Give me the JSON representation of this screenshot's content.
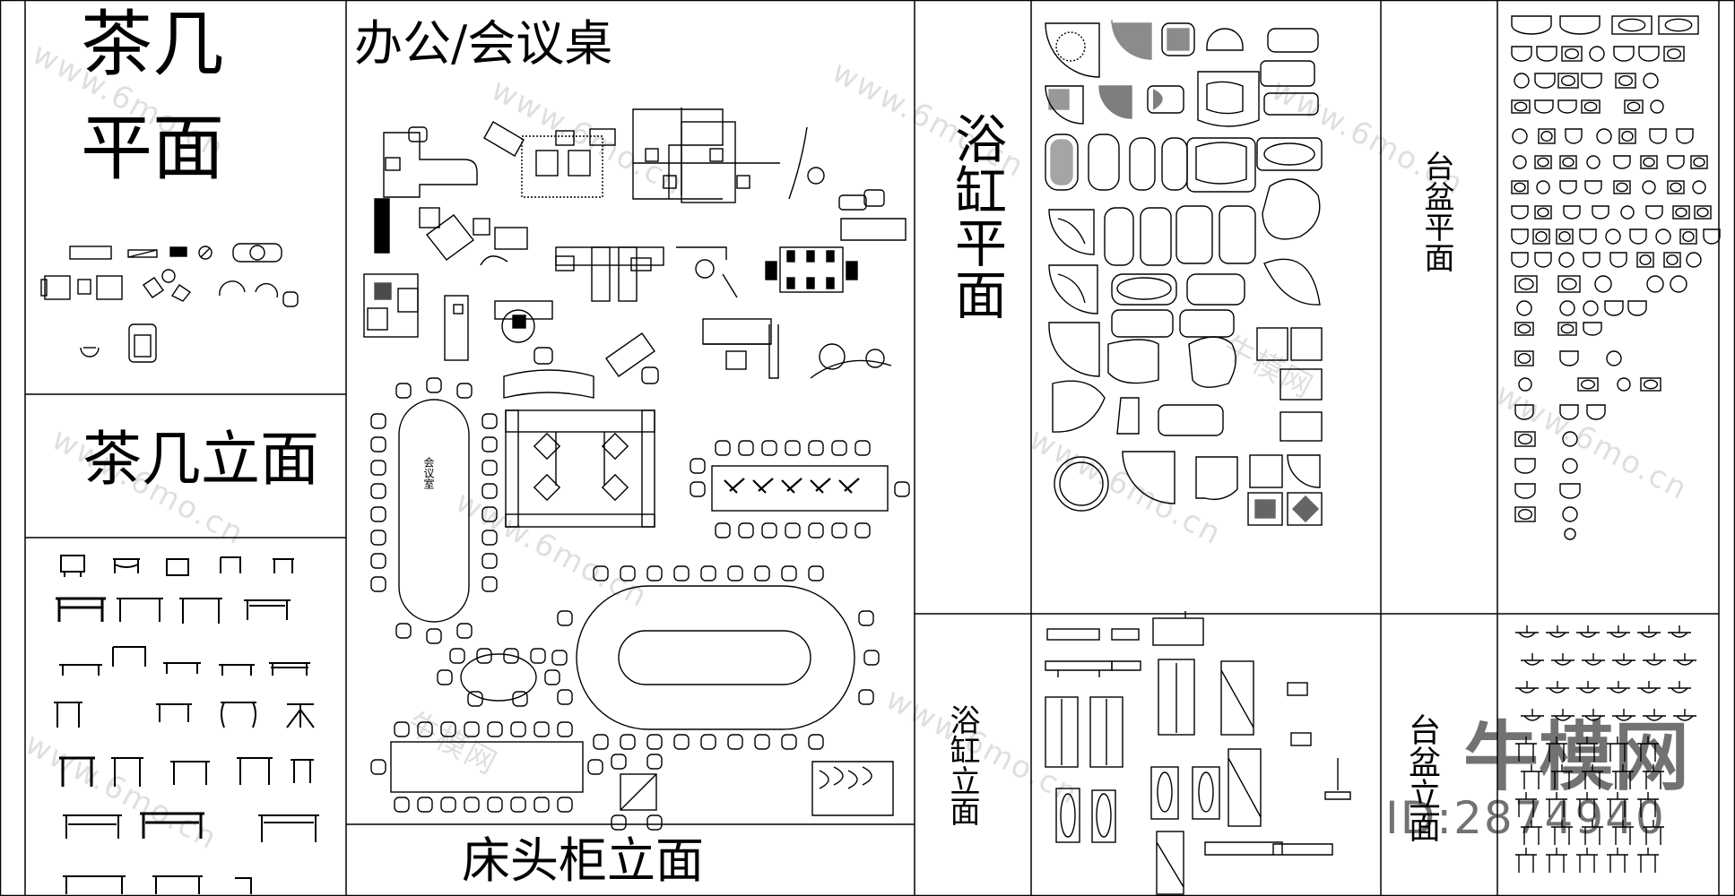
{
  "sections": {
    "tea_table_plan": "茶几\n平面",
    "tea_table_plan_l1": "茶几",
    "tea_table_plan_l2": "平面",
    "tea_table_elevation": "茶几立面",
    "office_table": "办公/会议桌",
    "meeting_room": "会议室",
    "bedside_elevation": "床头柜立面",
    "bathtub_plan": "浴缸平面",
    "bathtub_elevation": "浴缸立面",
    "basin_plan": "台盆平面",
    "basin_elevation": "台盆立面"
  },
  "watermark": {
    "site": "www.6mo.cn",
    "brand_cn": "牛模网"
  },
  "brand_mark": {
    "name": "牛模网",
    "id": "ID:2874940"
  }
}
